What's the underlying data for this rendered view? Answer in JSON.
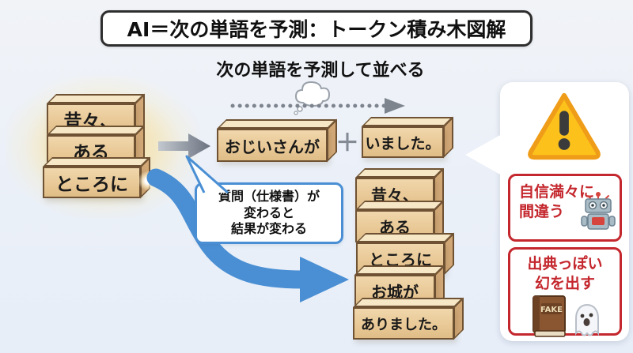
{
  "title": "AI＝次の単語を予測：トークン積み木図解",
  "subtitle": "次の単語を予測して並べる",
  "left_stack": {
    "blocks": [
      "昔々、",
      "ある",
      "ところに"
    ]
  },
  "predicted_row": {
    "block1": "おじいさんが",
    "plus": "＋",
    "block2": "いました。"
  },
  "result_stack": {
    "blocks": [
      "昔々、",
      "ある",
      "ところに",
      "お城が",
      "ありました。"
    ]
  },
  "speech_bubble": {
    "line1": "質問（仕様書）が",
    "line2": "変わると",
    "line3": "結果が変わる"
  },
  "warning_panel": {
    "item1": {
      "line1": "自信満々に",
      "line2": "間違う"
    },
    "item2": {
      "line1": "出典っぽい",
      "line2": "幻を出す",
      "book_label": "FAKE"
    }
  },
  "colors": {
    "background": "#eaf0f8",
    "block_face": "#e9c997",
    "block_top": "#f6e7c6",
    "block_side": "#d2a877",
    "block_outline": "#6f5233",
    "glow_yellow": "#ffc640",
    "blue_arrow": "#4a8fd4",
    "gray_arrow": "#7c838d",
    "alert_red": "#c4272d",
    "warning_yellow": "#fcc21b",
    "warning_orange": "#ef9d18"
  }
}
